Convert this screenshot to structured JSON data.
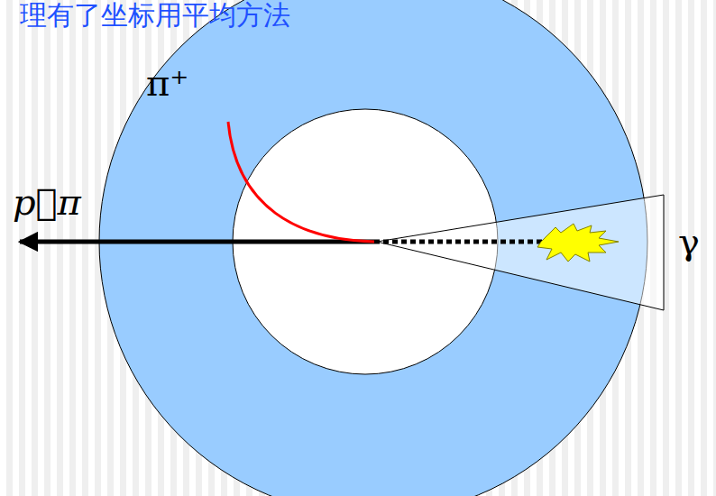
{
  "diagram": {
    "labels": [
      "理有了坐标用平均方法",
      "π⁺",
      "p⃗π",
      "γ"
    ]
  }
}
